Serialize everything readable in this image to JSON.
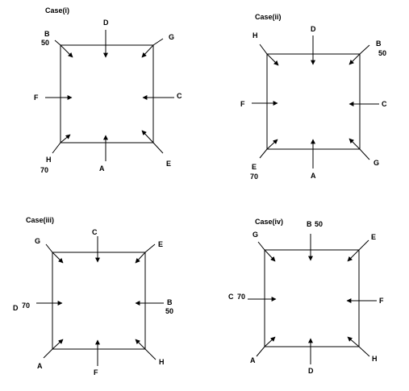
{
  "cases": [
    {
      "title": "Case(i)",
      "labels": {
        "top": "D",
        "right": "C",
        "bottom": "A",
        "left": "F",
        "top_left": "B",
        "top_right": "G",
        "bottom_right": "E",
        "bottom_left": "H"
      },
      "values": {
        "top_left": "50",
        "bottom_left": "70"
      }
    },
    {
      "title": "Case(ii)",
      "labels": {
        "top": "D",
        "right": "C",
        "bottom": "A",
        "left": "F",
        "top_left": "H",
        "top_right": "B",
        "bottom_right": "G",
        "bottom_left": "E"
      },
      "values": {
        "top_right": "50",
        "bottom_left": "70"
      }
    },
    {
      "title": "Case(iii)",
      "labels": {
        "top": "C",
        "right": "B",
        "bottom": "F",
        "left": "D",
        "top_left": "G",
        "top_right": "E",
        "bottom_right": "H",
        "bottom_left": "A"
      },
      "values": {
        "right": "50",
        "left": "70"
      }
    },
    {
      "title": "Case(iv)",
      "labels": {
        "top": "B",
        "right": "F",
        "bottom": "D",
        "left": "C",
        "top_left": "G",
        "top_right": "E",
        "bottom_right": "H",
        "bottom_left": "A"
      },
      "values": {
        "top": "50",
        "left": "70"
      }
    }
  ]
}
